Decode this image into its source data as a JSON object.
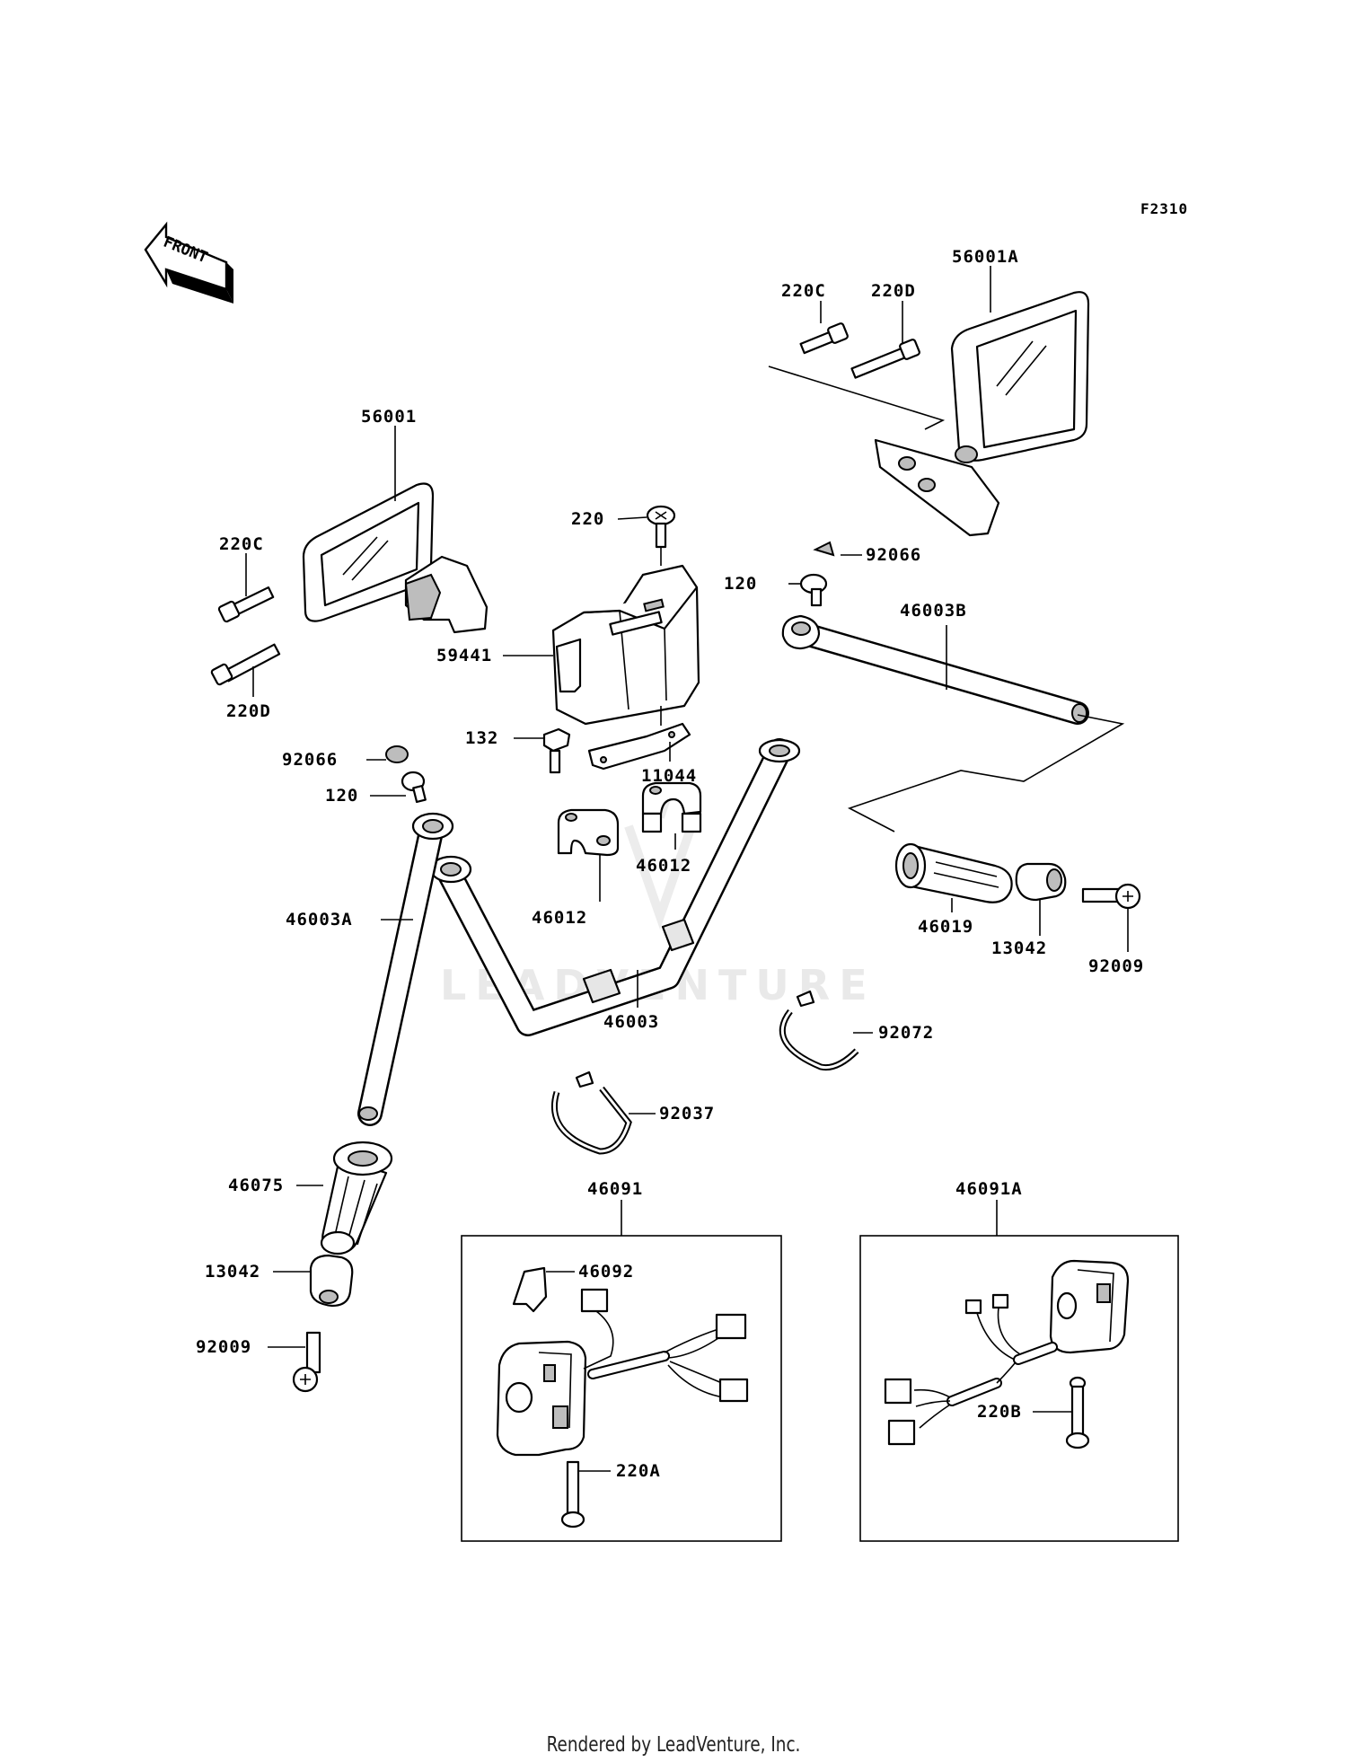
{
  "diagram_code": "F2310",
  "front_label": "FRONT",
  "watermark": "LEADVENTURE",
  "footer": "Rendered by LeadVenture, Inc.",
  "parts": {
    "p56001A": "56001A",
    "p220C_top": "220C",
    "p220D_top": "220D",
    "p56001": "56001",
    "p220": "220",
    "p92066_top": "92066",
    "p120_top": "120",
    "p46003B": "46003B",
    "p220C_left": "220C",
    "p220D_left": "220D",
    "p59441": "59441",
    "p132": "132",
    "p11044": "11044",
    "p92066_left": "92066",
    "p120_left": "120",
    "p46012_right": "46012",
    "p46012_left": "46012",
    "p46003A": "46003A",
    "p46019": "46019",
    "p13042_right": "13042",
    "p92009_right": "92009",
    "p46003": "46003",
    "p92072": "92072",
    "p92037": "92037",
    "p46091": "46091",
    "p46091A": "46091A",
    "p46075": "46075",
    "p46092": "46092",
    "p13042_left": "13042",
    "p92009_left": "92009",
    "p220A": "220A",
    "p220B": "220B"
  }
}
